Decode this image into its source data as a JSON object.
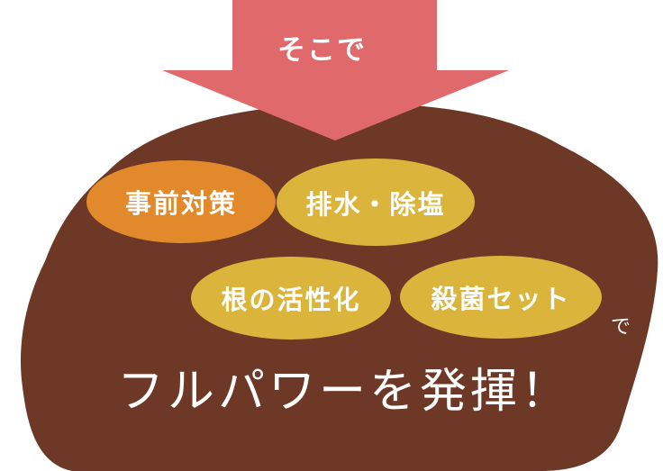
{
  "arrow_label": "そこで",
  "items": [
    "事前対策",
    "排水・除塩",
    "根の活性化",
    "殺菌セット"
  ],
  "connector": "で",
  "headline": "フルパワーを発揮！",
  "colors": {
    "blob": "#6d3825",
    "arrow": "#e0696b",
    "orange": "#e2892b",
    "yellow": "#dbb53b"
  }
}
